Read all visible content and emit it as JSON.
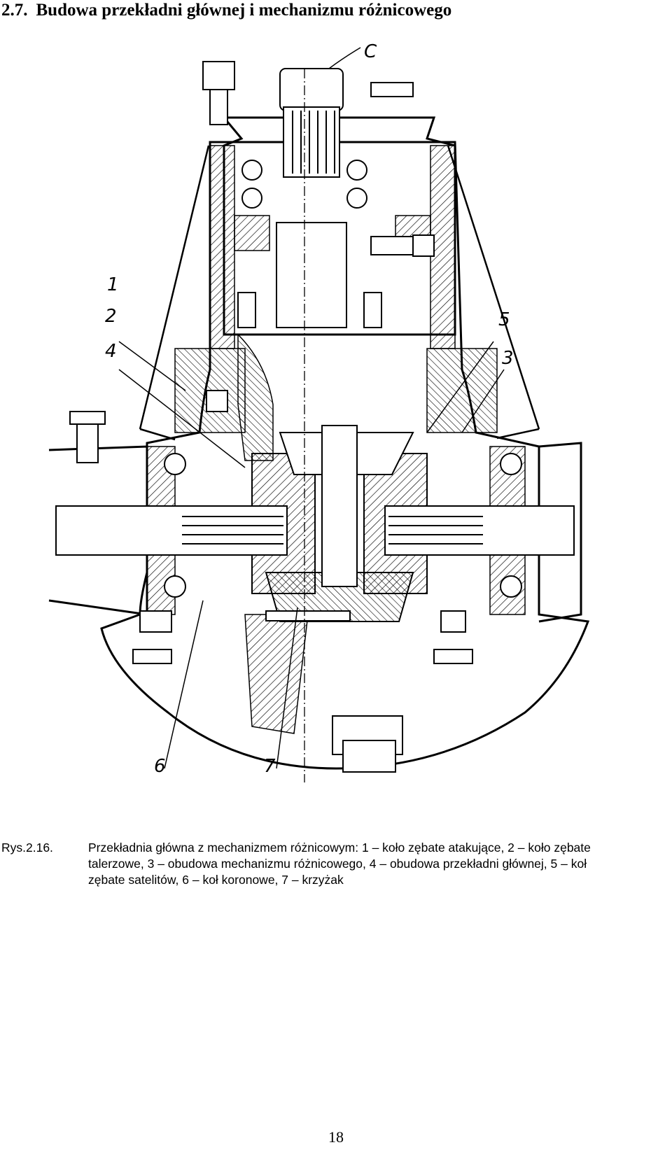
{
  "heading": {
    "number": "2.7.",
    "title": "Budowa przekładni głównej i mechanizmu różnicowego"
  },
  "figure": {
    "callouts": {
      "c": "C",
      "n1": "1",
      "n2": "2",
      "n4": "4",
      "n5": "5",
      "n3": "3",
      "n6": "6",
      "n7": "7"
    }
  },
  "caption": {
    "label": "Rys.2.16.",
    "text": "Przekładnia główna z mechanizmem różnicowym: 1 – koło zębate atakujące, 2 – koło zębate\ntalerzowe, 3 – obudowa mechanizmu różnicowego, 4 – obudowa przekładni głównej, 5 – koł\nzębate satelitów, 6 – koł koronowe, 7 – krzyżak"
  },
  "page_number": "18"
}
